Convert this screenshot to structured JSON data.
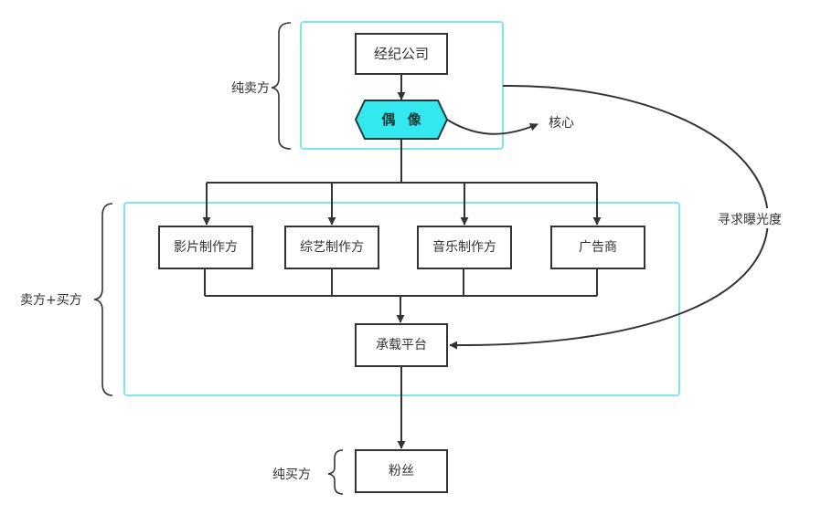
{
  "colors": {
    "group_border": "#7fe8e6",
    "node_border": "#333333",
    "idol_fill": "#33e8ee",
    "line": "#333333"
  },
  "nodes": {
    "agency": "经纪公司",
    "idol": "偶 像",
    "film": "影片制作方",
    "variety": "综艺制作方",
    "music": "音乐制作方",
    "advertiser": "广告商",
    "platform": "承载平台",
    "fans": "粉丝"
  },
  "labels": {
    "core": "核心",
    "seek_exposure": "寻求曝光度"
  },
  "groups": {
    "pure_seller": "纯卖方",
    "seller_buyer": "卖方+买方",
    "pure_buyer": "纯买方"
  }
}
